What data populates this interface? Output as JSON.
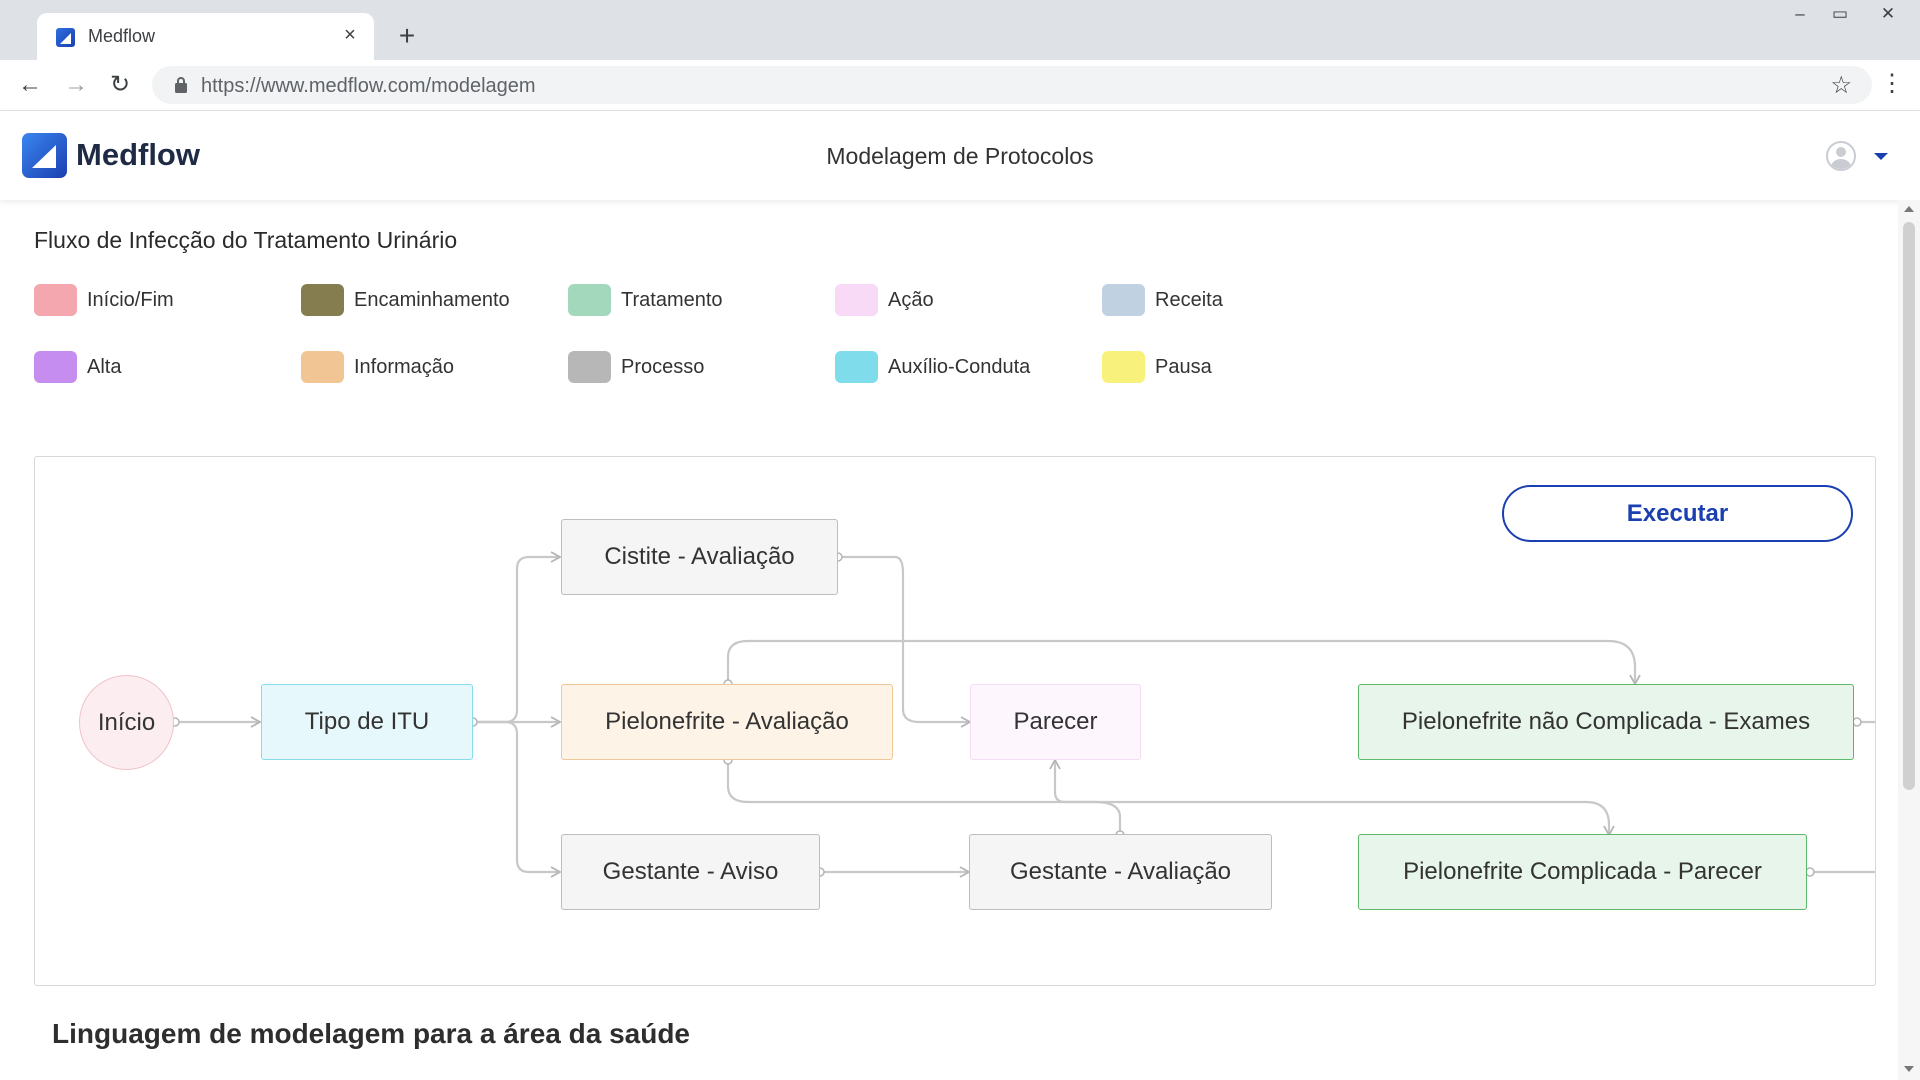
{
  "browser": {
    "tab_title": "Medflow",
    "tab_close": "×",
    "new_tab": "+",
    "url": "https://www.medflow.com/modelagem",
    "minimize": "–",
    "maximize": "▭",
    "close": "✕",
    "back": "←",
    "forward": "→",
    "reload": "↻",
    "star": "☆",
    "menu": "⋮"
  },
  "header": {
    "logo_text": "Medflow",
    "page_title": "Modelagem de Protocolos"
  },
  "flow": {
    "title": "Fluxo de Infecção do Tratamento Urinário",
    "execute_label": "Executar"
  },
  "legend": [
    {
      "label": "Início/Fim",
      "color": "#f4a7ae"
    },
    {
      "label": "Encaminhamento",
      "color": "#857d4f"
    },
    {
      "label": "Tratamento",
      "color": "#a4d8bd"
    },
    {
      "label": "Ação",
      "color": "#f8d9f6"
    },
    {
      "label": "Receita",
      "color": "#c0d1e2"
    },
    {
      "label": "Alta",
      "color": "#c58df0"
    },
    {
      "label": "Informação",
      "color": "#f2c594"
    },
    {
      "label": "Processo",
      "color": "#b7b7b7"
    },
    {
      "label": "Auxílio-Conduta",
      "color": "#7fdceb"
    },
    {
      "label": "Pausa",
      "color": "#f8f27c"
    }
  ],
  "nodes": {
    "inicio": "Início",
    "tipo_itu": "Tipo de ITU",
    "cistite": "Cistite - Avaliação",
    "pielonefrite": "Pielonefrite - Avaliação",
    "gestante_aviso": "Gestante - Aviso",
    "parecer": "Parecer",
    "gestante_avaliacao": "Gestante - Avaliação",
    "pn_nao_complicada": "Pielonefrite não  Complicada - Exames",
    "pn_complicada": "Pielonefrite  Complicada - Parecer"
  },
  "footer": {
    "heading": "Linguagem de modelagem para a área da saúde"
  }
}
